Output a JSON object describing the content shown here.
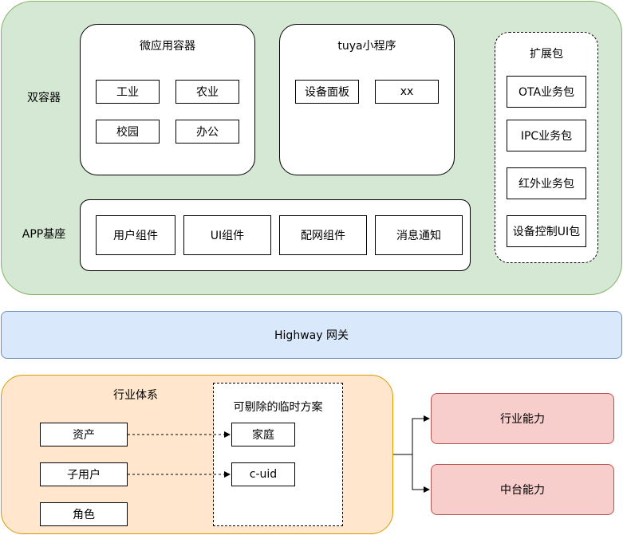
{
  "dual_container": {
    "label": "双容器",
    "micro_app_container": {
      "title": "微应用容器",
      "items": [
        "工业",
        "农业",
        "校园",
        "办公"
      ]
    },
    "tuya_mini_program": {
      "title": "tuya小程序",
      "items": [
        "设备面板",
        "xx"
      ]
    }
  },
  "app_base": {
    "label": "APP基座",
    "items": [
      "用户组件",
      "UI组件",
      "配网组件",
      "消息通知"
    ]
  },
  "extension_pack": {
    "title": "扩展包",
    "items": [
      "OTA业务包",
      "IPC业务包",
      "红外业务包",
      "设备控制UI包"
    ]
  },
  "gateway": {
    "label": "Highway 网关"
  },
  "industry_system": {
    "title": "行业体系",
    "items": [
      "资产",
      "子用户",
      "角色"
    ],
    "temp_solution": {
      "title": "可剔除的临时方案",
      "items": [
        "家庭",
        "c-uid"
      ]
    }
  },
  "capabilities": [
    "行业能力",
    "中台能力"
  ],
  "colors": {
    "green_fill": "#d5e8d4",
    "green_stroke": "#82b366",
    "blue_fill": "#dae8fc",
    "blue_stroke": "#6c8ebf",
    "orange_fill": "#ffe6cc",
    "orange_stroke": "#d79b00",
    "red_fill": "#f8cecc",
    "red_stroke": "#b85450"
  }
}
